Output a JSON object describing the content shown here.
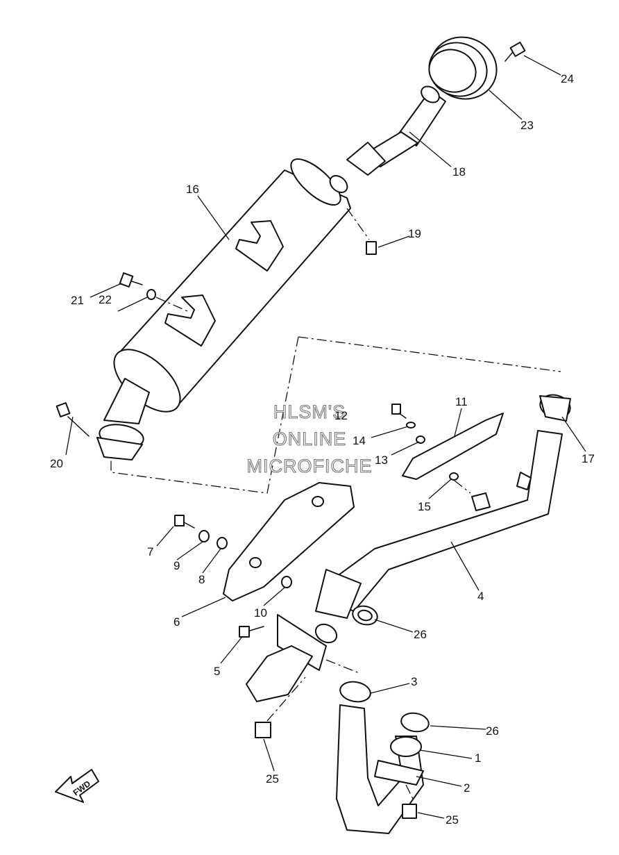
{
  "callouts": {
    "c1": "1",
    "c2": "2",
    "c3": "3",
    "c4": "4",
    "c5": "5",
    "c6": "6",
    "c7": "7",
    "c8": "8",
    "c9": "9",
    "c10": "10",
    "c11": "11",
    "c12": "12",
    "c13": "13",
    "c14": "14",
    "c15": "15",
    "c16": "16",
    "c17": "17",
    "c18": "18",
    "c19": "19",
    "c20": "20",
    "c21": "21",
    "c22": "22",
    "c23": "23",
    "c24": "24",
    "c25a": "25",
    "c25b": "25",
    "c26a": "26",
    "c26b": "26"
  },
  "watermark": {
    "line1": "HLSM'S",
    "line2": "ONLINE",
    "line3": "MICROFICHE"
  },
  "fwd_label": "FWD"
}
